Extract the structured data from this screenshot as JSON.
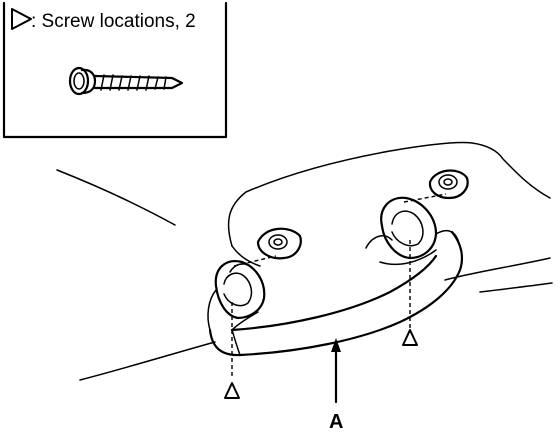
{
  "legend": {
    "marker_icon": "open-triangle-marker",
    "text": ": Screw locations, 2",
    "screw_icon": "screw-icon"
  },
  "diagram": {
    "part_callout": "A"
  },
  "colors": {
    "ink": "#000000",
    "paper": "#ffffff"
  }
}
